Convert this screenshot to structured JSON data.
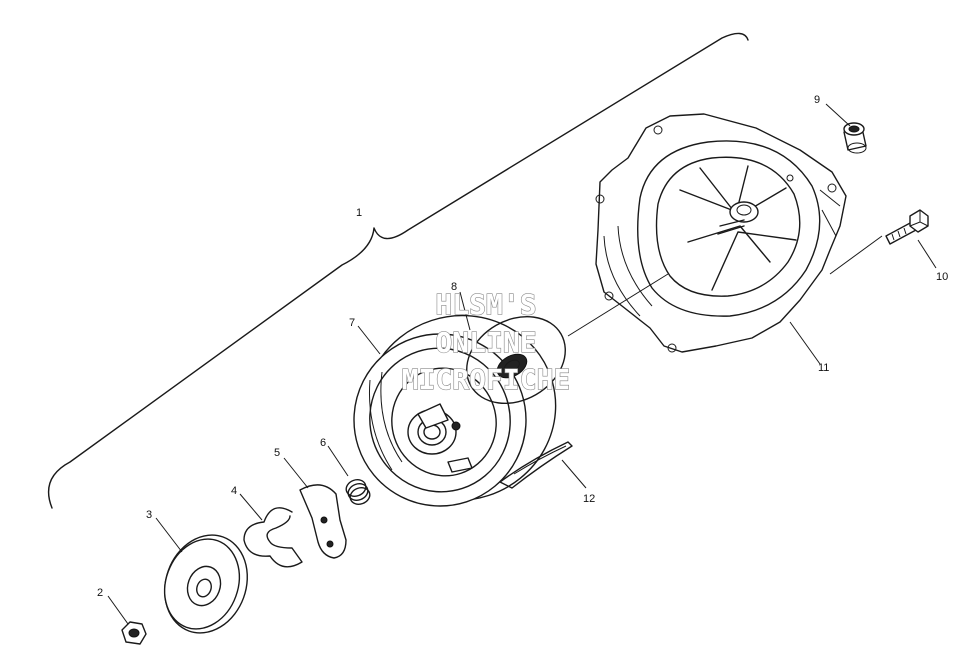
{
  "callouts": {
    "c1": "1",
    "c2": "2",
    "c3": "3",
    "c4": "4",
    "c5": "5",
    "c6": "6",
    "c7": "7",
    "c8": "8",
    "c9": "9",
    "c10": "10",
    "c11": "11",
    "c12": "12"
  },
  "watermark": {
    "line1": "HLSM'S",
    "line2": "ONLINE",
    "line3": "MICROFICHE"
  }
}
